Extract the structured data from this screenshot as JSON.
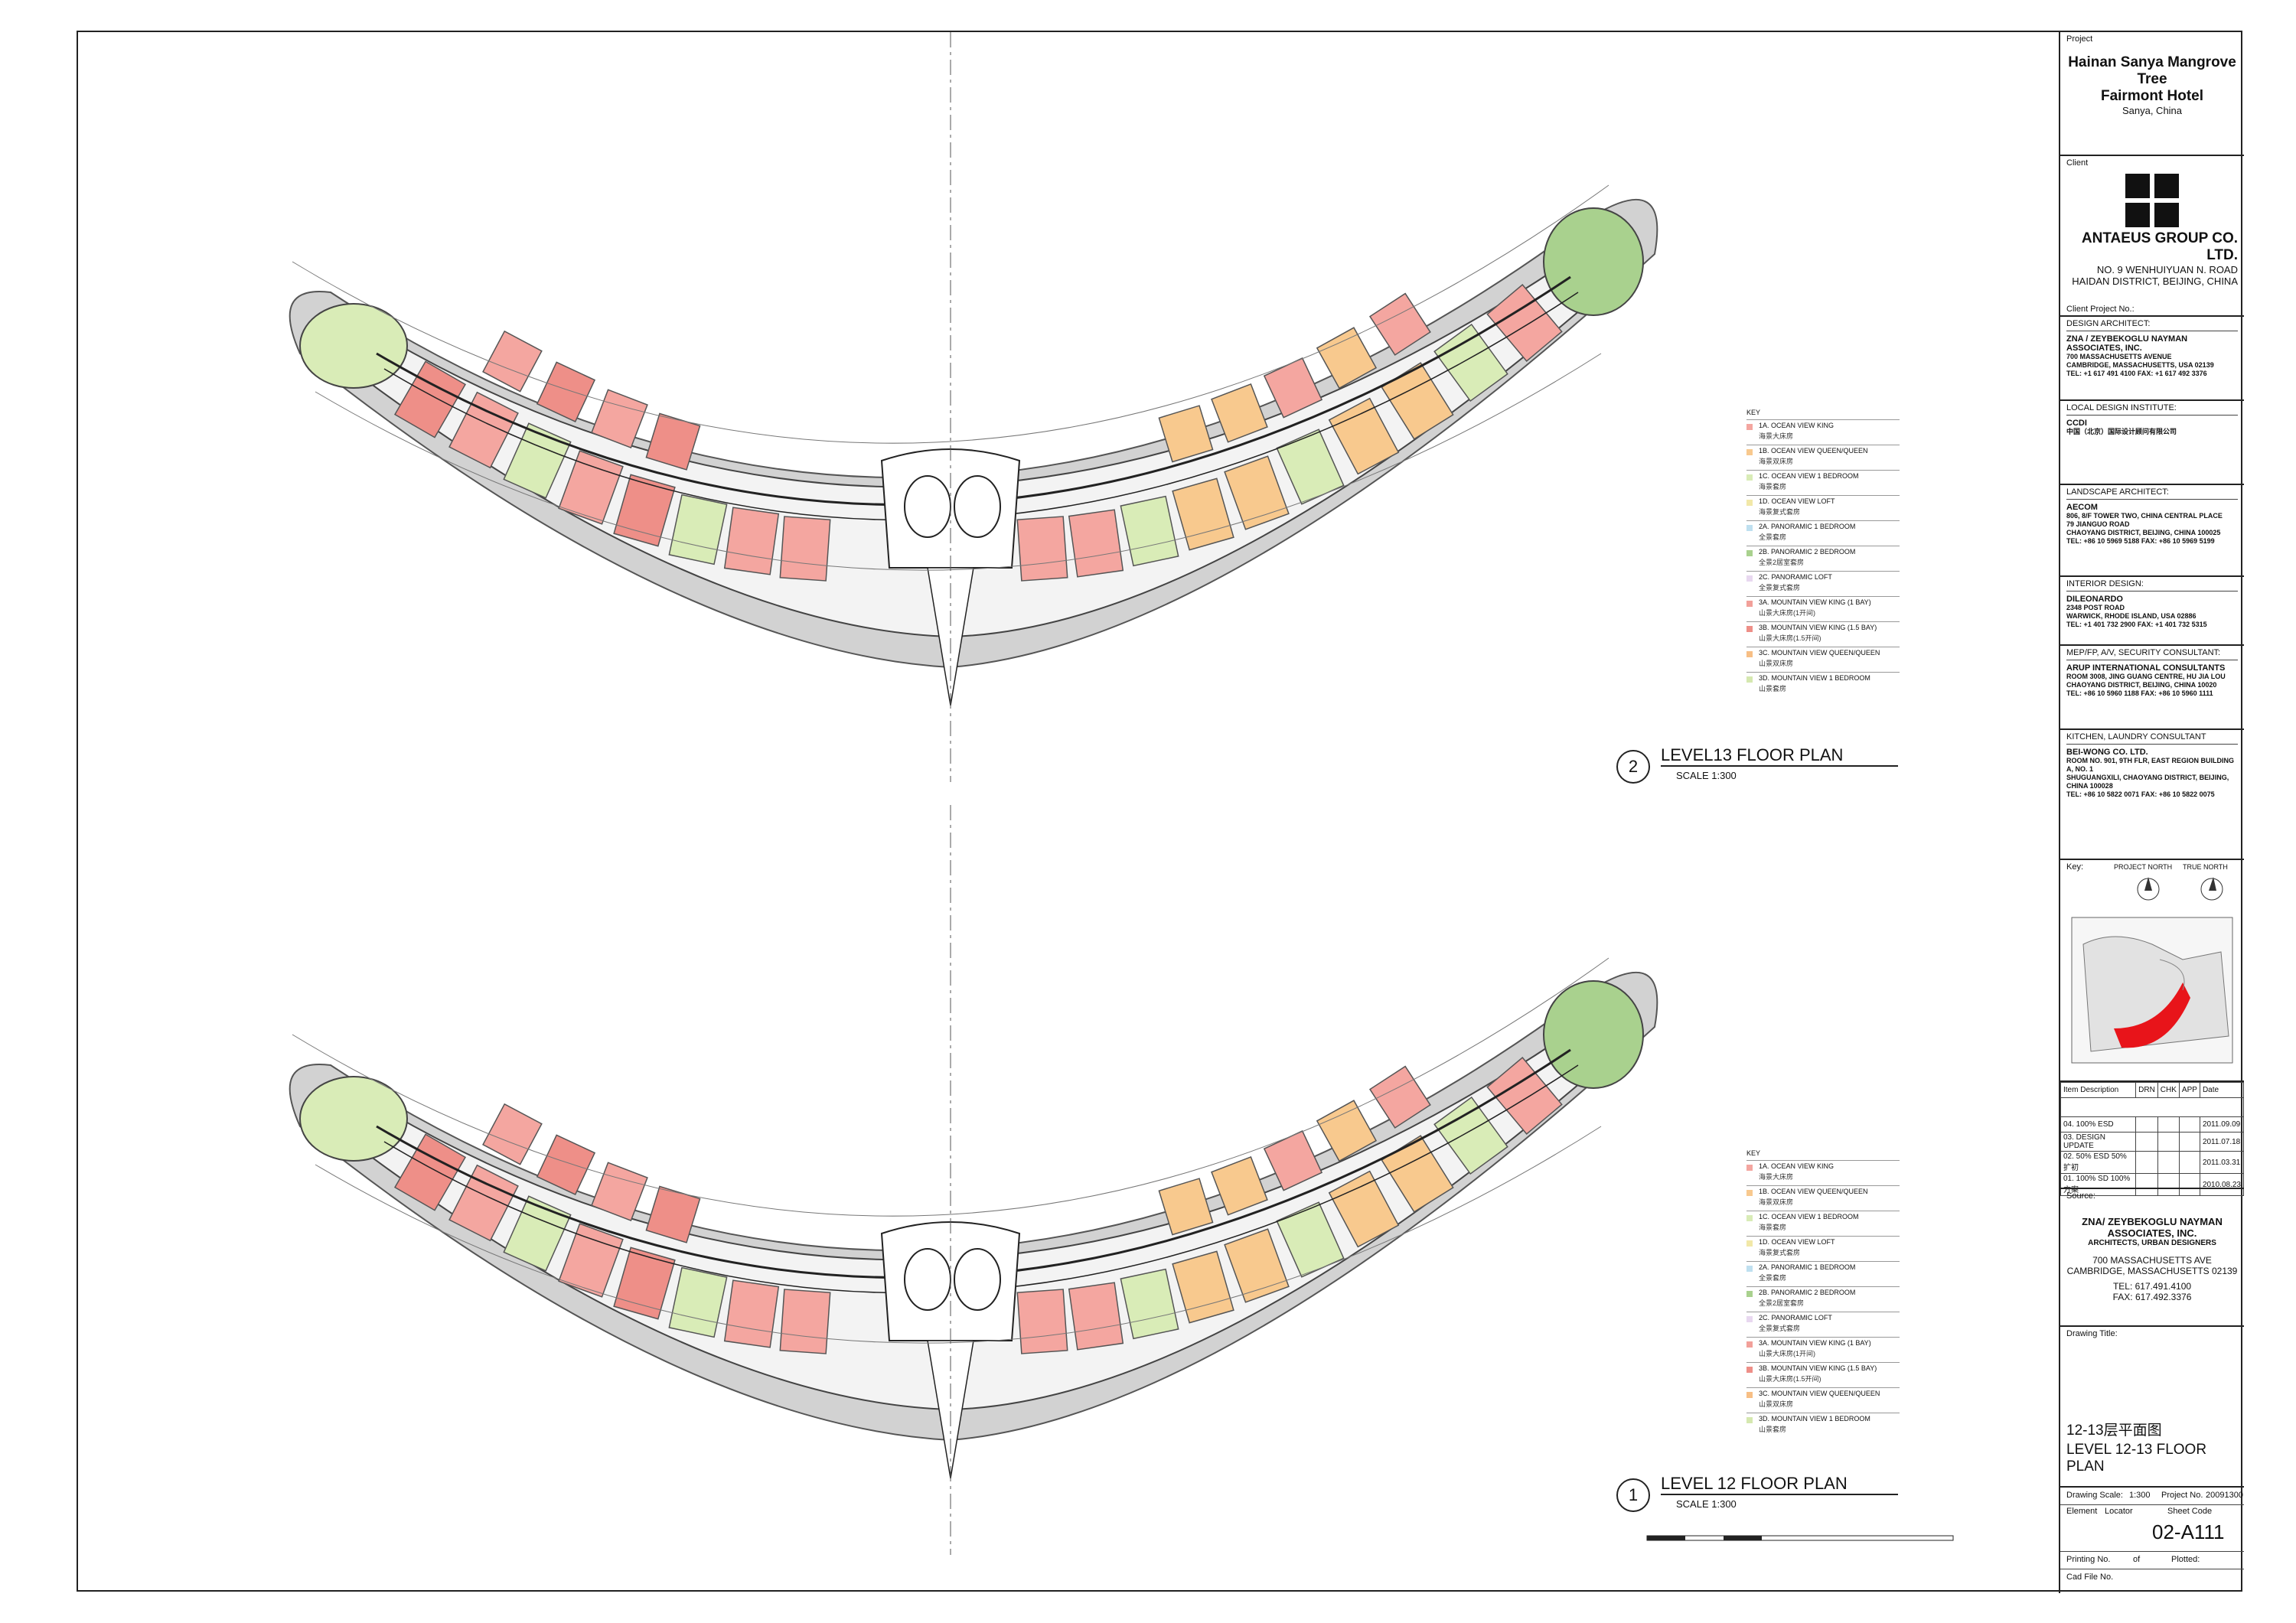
{
  "project": {
    "label": "Project",
    "name_line1": "Hainan Sanya Mangrove Tree",
    "name_line2": "Fairmont Hotel",
    "location": "Sanya, China"
  },
  "client": {
    "label": "Client",
    "name": "ANTAEUS GROUP CO. LTD.",
    "address1": "NO. 9 WENHUIYUAN N. ROAD",
    "address2": "HAIDAN DISTRICT, BEIJING, CHINA",
    "project_no_label": "Client Project No.:"
  },
  "consultants": [
    {
      "role": "DESIGN ARCHITECT:",
      "name": "ZNA / ZEYBEKOGLU NAYMAN ASSOCIATES, INC.",
      "lines": [
        "700 MASSACHUSETTS AVENUE",
        "CAMBRIDGE, MASSACHUSETTS, USA 02139",
        "TEL: +1 617 491 4100 FAX: +1 617 492 3376"
      ]
    },
    {
      "role": "LOCAL DESIGN INSTITUTE:",
      "name": "CCDI",
      "lines": [
        "中国（北京）国际设计顾问有限公司"
      ]
    },
    {
      "role": "LANDSCAPE ARCHITECT:",
      "name": "AECOM",
      "lines": [
        "806, 8/F TOWER TWO, CHINA CENTRAL PLACE",
        "79 JIANGUO ROAD",
        "CHAOYANG DISTRICT, BEIJING, CHINA 100025",
        "TEL: +86 10 5969 5188 FAX: +86 10 5969 5199"
      ]
    },
    {
      "role": "INTERIOR DESIGN:",
      "name": "DILEONARDO",
      "lines": [
        "2348 POST ROAD",
        "WARWICK, RHODE ISLAND, USA 02886",
        "TEL: +1 401 732 2900 FAX: +1 401 732 5315"
      ]
    },
    {
      "role": "MEP/FP, A/V, SECURITY CONSULTANT:",
      "name": "ARUP INTERNATIONAL CONSULTANTS",
      "lines": [
        "ROOM 3008, JING GUANG CENTRE, HU JIA LOU",
        "CHAOYANG DISTRICT, BEIJING, CHINA 10020",
        "TEL: +86 10 5960 1188 FAX: +86 10 5960 1111"
      ]
    },
    {
      "role": "KITCHEN, LAUNDRY CONSULTANT",
      "name": "BEI-WONG CO. LTD.",
      "lines": [
        "ROOM NO. 901, 9TH FLR, EAST REGION BUILDING A, NO. 1",
        "SHUGUANGXILI, CHAOYANG DISTRICT, BEIJING, CHINA 100028",
        "TEL: +86 10 5822 0071 FAX: +86 10 5822 0075"
      ]
    }
  ],
  "keyplan": {
    "label": "Key:",
    "project_north": "PROJECT NORTH",
    "true_north": "TRUE NORTH"
  },
  "revisions": {
    "headers": [
      "Item Description",
      "DRN",
      "CHK",
      "APP",
      "Date"
    ],
    "rows": [
      {
        "desc": "04. 100% ESD",
        "date": "2011.09.09"
      },
      {
        "desc": "03. DESIGN UPDATE",
        "date": "2011.07.18"
      },
      {
        "desc": "02. 50% ESD  50% 扩初",
        "date": "2011.03.31"
      },
      {
        "desc": "01. 100% SD  100% 方案",
        "date": "2010.08.23"
      }
    ]
  },
  "source": {
    "label": "Source:",
    "name": "ZNA/ ZEYBEKOGLU NAYMAN ASSOCIATES, INC.",
    "subtitle": "ARCHITECTS, URBAN DESIGNERS",
    "address1": "700 MASSACHUSETTS AVE",
    "address2": "CAMBRIDGE, MASSACHUSETTS 02139",
    "tel": "TEL: 617.491.4100",
    "fax": "FAX: 617.492.3376"
  },
  "drawing": {
    "title_label": "Drawing Title:",
    "title_cn": "12-13层平面图",
    "title_en": "LEVEL 12-13 FLOOR PLAN",
    "scale_label": "Drawing Scale:",
    "scale": "1:300",
    "project_no_label": "Project No.",
    "project_no": "20091300",
    "element_label": "Element",
    "locator_label": "Locator",
    "sheet_code_label": "Sheet Code",
    "sheet_code": "02-A111",
    "printing_label": "Printing No.",
    "of_label": "of",
    "plotted_label": "Plotted:",
    "cad_label": "Cad File No."
  },
  "plans": [
    {
      "number": "2",
      "title": "LEVEL13 FLOOR PLAN",
      "scale": "SCALE 1:300"
    },
    {
      "number": "1",
      "title": "LEVEL 12 FLOOR PLAN",
      "scale": "SCALE 1:300"
    }
  ],
  "key_legend": {
    "title": "KEY",
    "items": [
      {
        "en": "1A. OCEAN VIEW KING",
        "cn": "海景大床房",
        "color": "#f4a6a0"
      },
      {
        "en": "1B. OCEAN VIEW QUEEN/QUEEN",
        "cn": "海景双床房",
        "color": "#f8c98e"
      },
      {
        "en": "1C. OCEAN VIEW 1 BEDROOM",
        "cn": "海景套房",
        "color": "#d9ecb7"
      },
      {
        "en": "1D. OCEAN VIEW LOFT",
        "cn": "海景复式套房",
        "color": "#f2e8a8"
      },
      {
        "en": "2A. PANORAMIC 1 BEDROOM",
        "cn": "全景套房",
        "color": "#bfe0f0"
      },
      {
        "en": "2B. PANORAMIC 2 BEDROOM",
        "cn": "全景2居室套房",
        "color": "#a9d18e"
      },
      {
        "en": "2C. PANORAMIC LOFT",
        "cn": "全景复式套房",
        "color": "#e8d8f0"
      },
      {
        "en": "3A. MOUNTAIN VIEW KING (1 BAY)",
        "cn": "山景大床房(1开间)",
        "color": "#f2a09a"
      },
      {
        "en": "3B. MOUNTAIN VIEW KING (1.5 BAY)",
        "cn": "山景大床房(1.5开间)",
        "color": "#ee8f88"
      },
      {
        "en": "3C. MOUNTAIN VIEW QUEEN/QUEEN",
        "cn": "山景双床房",
        "color": "#f7bf85"
      },
      {
        "en": "3D. MOUNTAIN VIEW 1 BEDROOM",
        "cn": "山景套房",
        "color": "#d5e8b0"
      }
    ]
  },
  "colors": {
    "ocean_king": "#f4a6a0",
    "mountain_king": "#ee8f88",
    "queen": "#f8c98e",
    "suite_green": "#d9ecb7",
    "panoramic_green": "#a9d18e",
    "terrace_gray": "#cfcfcf",
    "keyplan_red": "#e8141a"
  }
}
